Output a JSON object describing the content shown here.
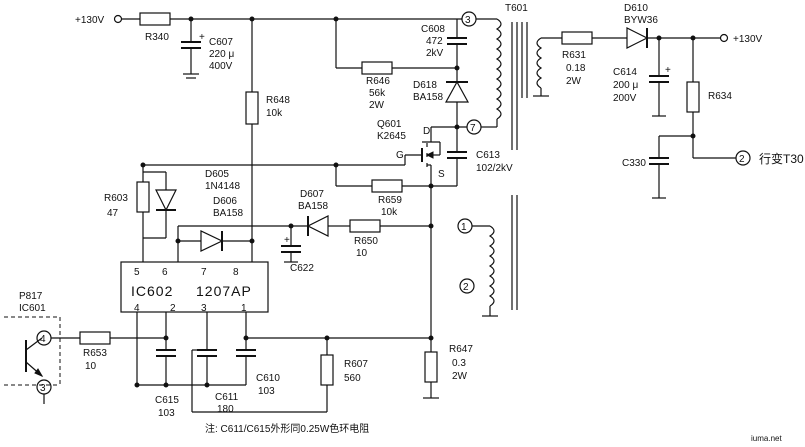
{
  "supply_in": "+130V",
  "supply_out": "+130V",
  "transformer": "T601",
  "ic": {
    "ref": "IC602",
    "part": "1207AP",
    "pins_top": [
      "5",
      "6",
      "7",
      "8"
    ],
    "pins_bottom": [
      "4",
      "2",
      "3",
      "1"
    ]
  },
  "mosfet": {
    "ref": "Q601",
    "part": "K2645",
    "d": "D",
    "g": "G",
    "s": "S"
  },
  "optocoupler": {
    "ref": "P817",
    "alt": "IC601",
    "pin_top": "4",
    "pin_bottom": "3"
  },
  "components": {
    "R340": "R340",
    "C607": {
      "ref": "C607",
      "v1": "220 μ",
      "v2": "400V"
    },
    "R648": {
      "ref": "R648",
      "v1": "10k"
    },
    "C608": {
      "ref": "C608",
      "v1": "472",
      "v2": "2kV"
    },
    "R646": {
      "ref": "R646",
      "v1": "56k",
      "v2": "2W"
    },
    "D618": {
      "ref": "D618",
      "v1": "BA158"
    },
    "C613": {
      "ref": "C613",
      "v1": "102/2kV"
    },
    "R659": {
      "ref": "R659",
      "v1": "10k"
    },
    "D605": {
      "ref": "D605",
      "v1": "1N4148"
    },
    "R603": {
      "ref": "R603",
      "v1": "47"
    },
    "D606": {
      "ref": "D606",
      "v1": "BA158"
    },
    "D607": {
      "ref": "D607",
      "v1": "BA158"
    },
    "R650": {
      "ref": "R650",
      "v1": "10"
    },
    "C622": {
      "ref": "C622"
    },
    "R653": {
      "ref": "R653",
      "v1": "10"
    },
    "C615": {
      "ref": "C615",
      "v1": "103"
    },
    "C611": {
      "ref": "C611",
      "v1": "180"
    },
    "C610": {
      "ref": "C610",
      "v1": "103"
    },
    "R607": {
      "ref": "R607",
      "v1": "560"
    },
    "R647": {
      "ref": "R647",
      "v1": "0.3",
      "v2": "2W"
    },
    "D610": {
      "ref": "D610",
      "v1": "BYW36"
    },
    "R631": {
      "ref": "R631",
      "v1": "0.18",
      "v2": "2W"
    },
    "C614": {
      "ref": "C614",
      "v1": "200 μ",
      "v2": "200V"
    },
    "R634": {
      "ref": "R634"
    },
    "C330": {
      "ref": "C330"
    }
  },
  "nodes": {
    "n3": "3",
    "n7": "7",
    "n1": "1",
    "n2": "2",
    "n2r": "2"
  },
  "horizontal_label": "行变T30",
  "note": "注: C611/C615外形同0.25W色环电阻",
  "watermark": "iuma.net"
}
